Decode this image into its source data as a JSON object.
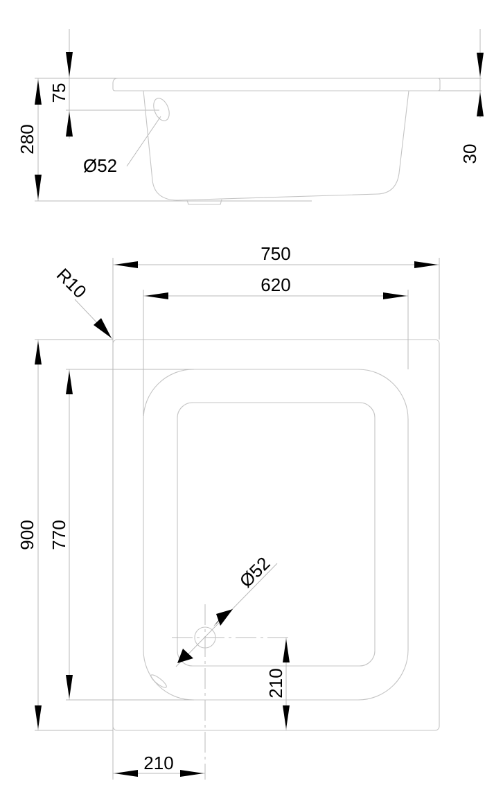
{
  "side_view": {
    "dim_rim_height": "75",
    "dim_total_height": "280",
    "dim_overflow_diameter": "Ø52",
    "dim_rim_thickness": "30"
  },
  "plan_view": {
    "dim_outer_width": "750",
    "dim_inner_width": "620",
    "dim_corner_radius": "R10",
    "dim_outer_length": "900",
    "dim_inner_length": "770",
    "dim_drain_diameter": "Ø52",
    "dim_drain_from_bottom": "210",
    "dim_drain_from_left": "210"
  }
}
